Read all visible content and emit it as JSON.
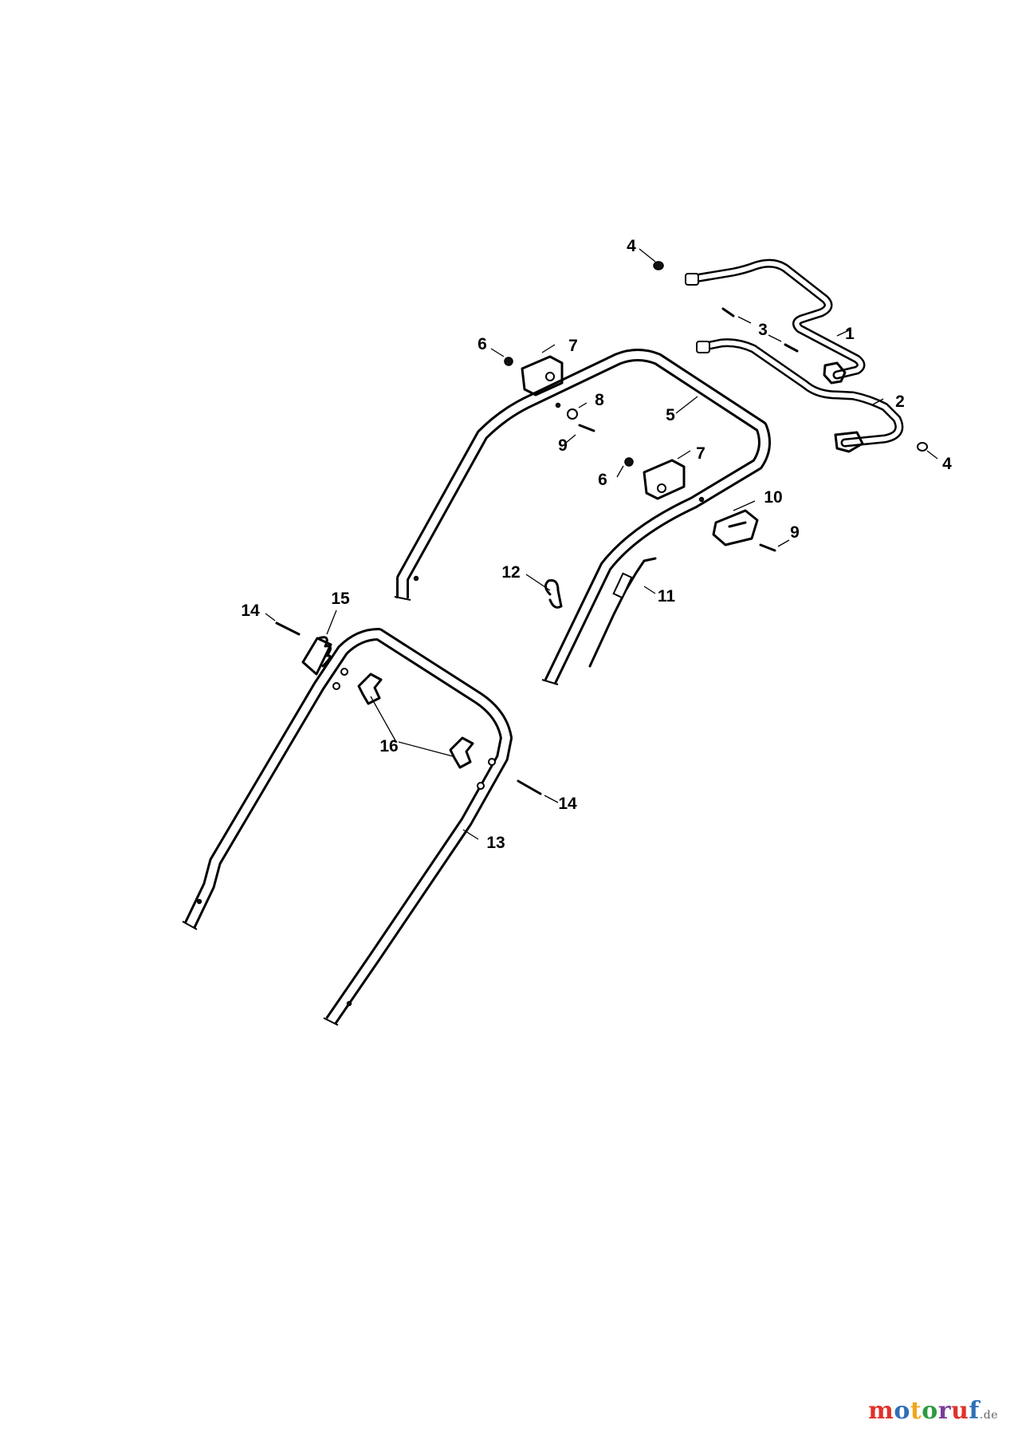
{
  "callouts": {
    "c1": "1",
    "c2": "2",
    "c3": "3",
    "c4a": "4",
    "c4b": "4",
    "c5": "5",
    "c6a": "6",
    "c6b": "6",
    "c7a": "7",
    "c7b": "7",
    "c8": "8",
    "c9a": "9",
    "c9b": "9",
    "c10": "10",
    "c11": "11",
    "c12": "12",
    "c13": "13",
    "c14a": "14",
    "c14b": "14",
    "c15": "15",
    "c16": "16"
  },
  "watermark": {
    "logo": "motoruf",
    "suffix": ".de",
    "colors": [
      "#e0322b",
      "#2f6fb7",
      "#f2a51a",
      "#2c9a43",
      "#7a3f98",
      "#e0322b",
      "#2f6fb7"
    ]
  }
}
